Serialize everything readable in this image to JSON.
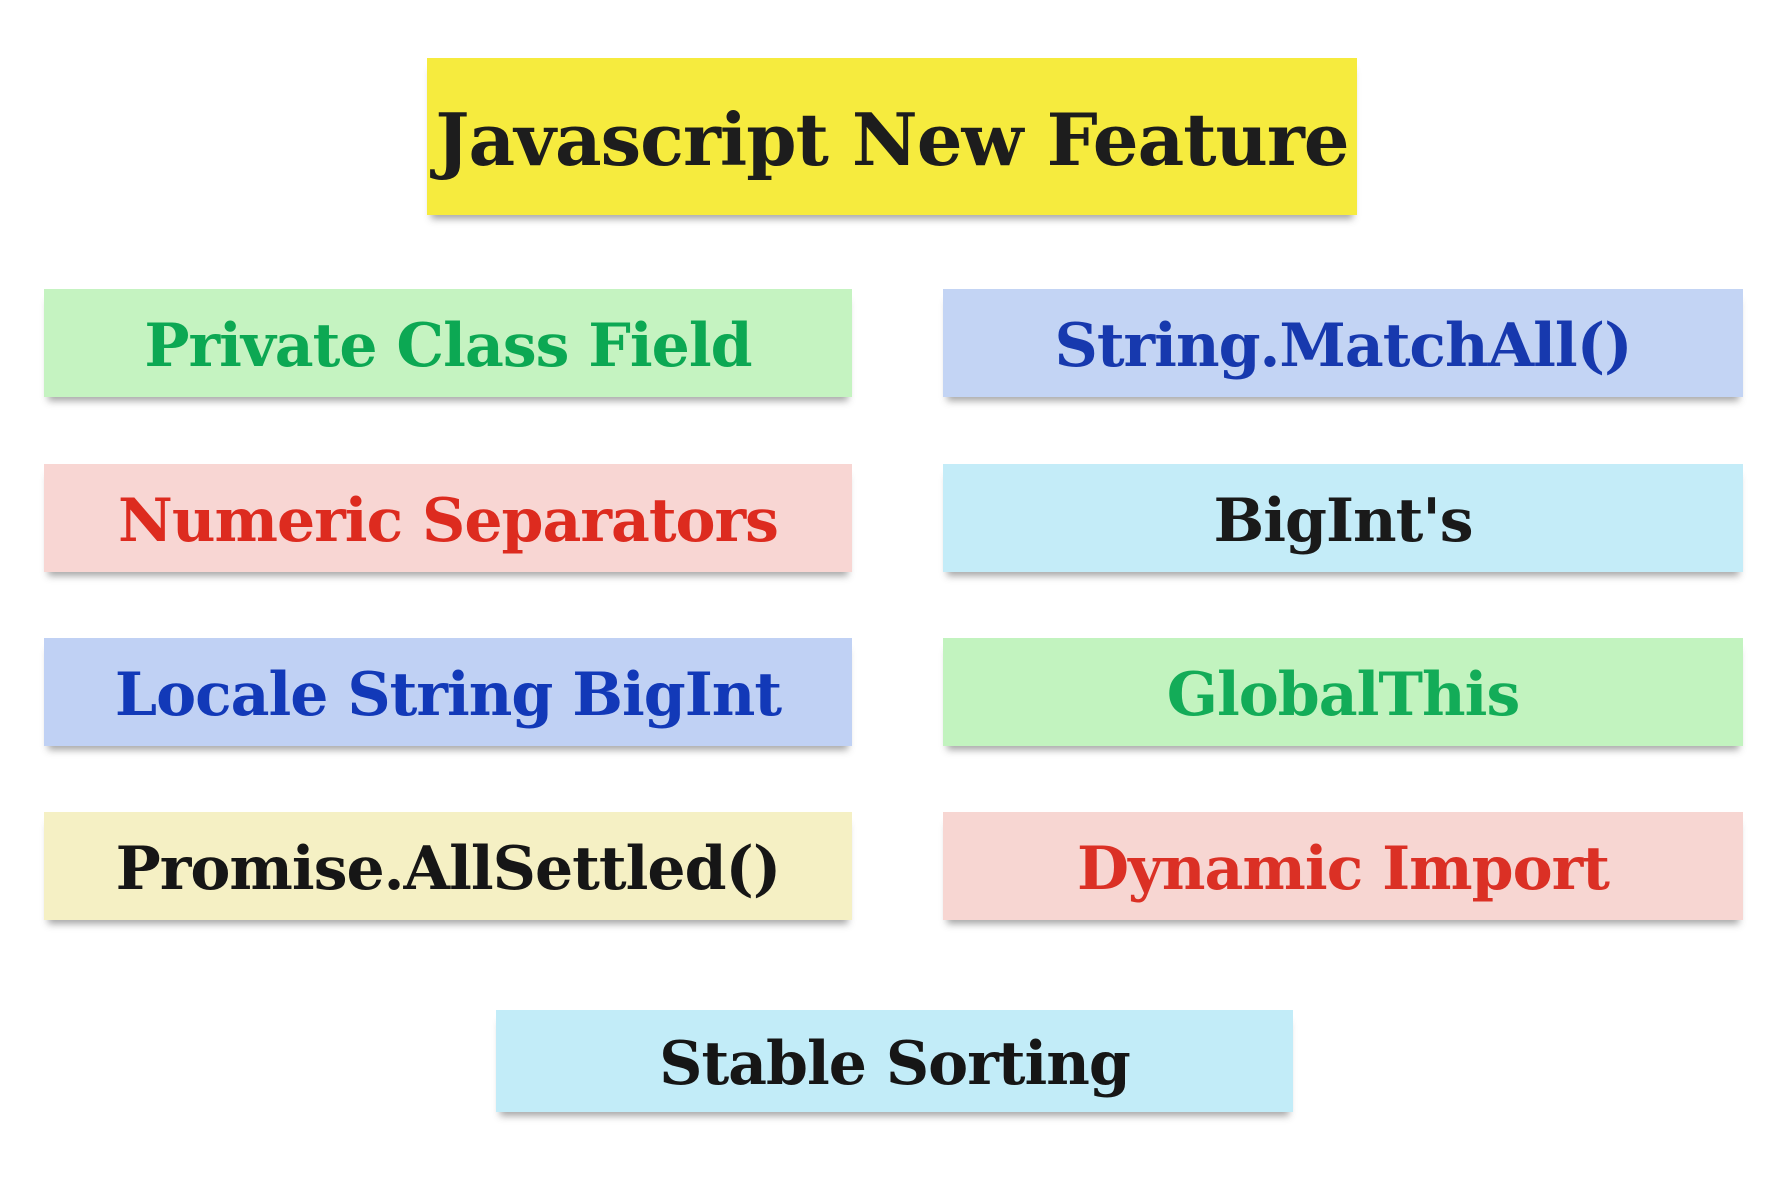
{
  "page": {
    "background": "#ffffff"
  },
  "title": {
    "label": "Javascript New Feature",
    "bg": "#f6eb3e",
    "color": "#1d1d1d"
  },
  "features": [
    {
      "id": "private-class-field",
      "label": "Private Class Field",
      "bg": "#c5f3c1",
      "color": "#0ca853",
      "column": "left",
      "row": 1
    },
    {
      "id": "string-matchall",
      "label": "String.MatchAll()",
      "bg": "#c3d4f4",
      "color": "#1739ae",
      "column": "right",
      "row": 1
    },
    {
      "id": "numeric-separators",
      "label": "Numeric Separators",
      "bg": "#f8d6d3",
      "color": "#dd2b1f",
      "column": "left",
      "row": 2
    },
    {
      "id": "bigints",
      "label": "BigInt's",
      "bg": "#c4ecf8",
      "color": "#1a1a1a",
      "column": "right",
      "row": 2
    },
    {
      "id": "locale-string-bigint",
      "label": "Locale String BigInt",
      "bg": "#c0d1f4",
      "color": "#1239b8",
      "column": "left",
      "row": 3
    },
    {
      "id": "globalthis",
      "label": "GlobalThis",
      "bg": "#c2f3bf",
      "color": "#13ac58",
      "column": "right",
      "row": 3
    },
    {
      "id": "promise-allsettled",
      "label": "Promise.AllSettled()",
      "bg": "#f5f0c4",
      "color": "#161616",
      "column": "left",
      "row": 4
    },
    {
      "id": "dynamic-import",
      "label": "Dynamic Import",
      "bg": "#f7d6d2",
      "color": "#db3025",
      "column": "right",
      "row": 4
    }
  ],
  "footer": {
    "label": "Stable Sorting",
    "bg": "#c2ecf8",
    "color": "#161616"
  }
}
